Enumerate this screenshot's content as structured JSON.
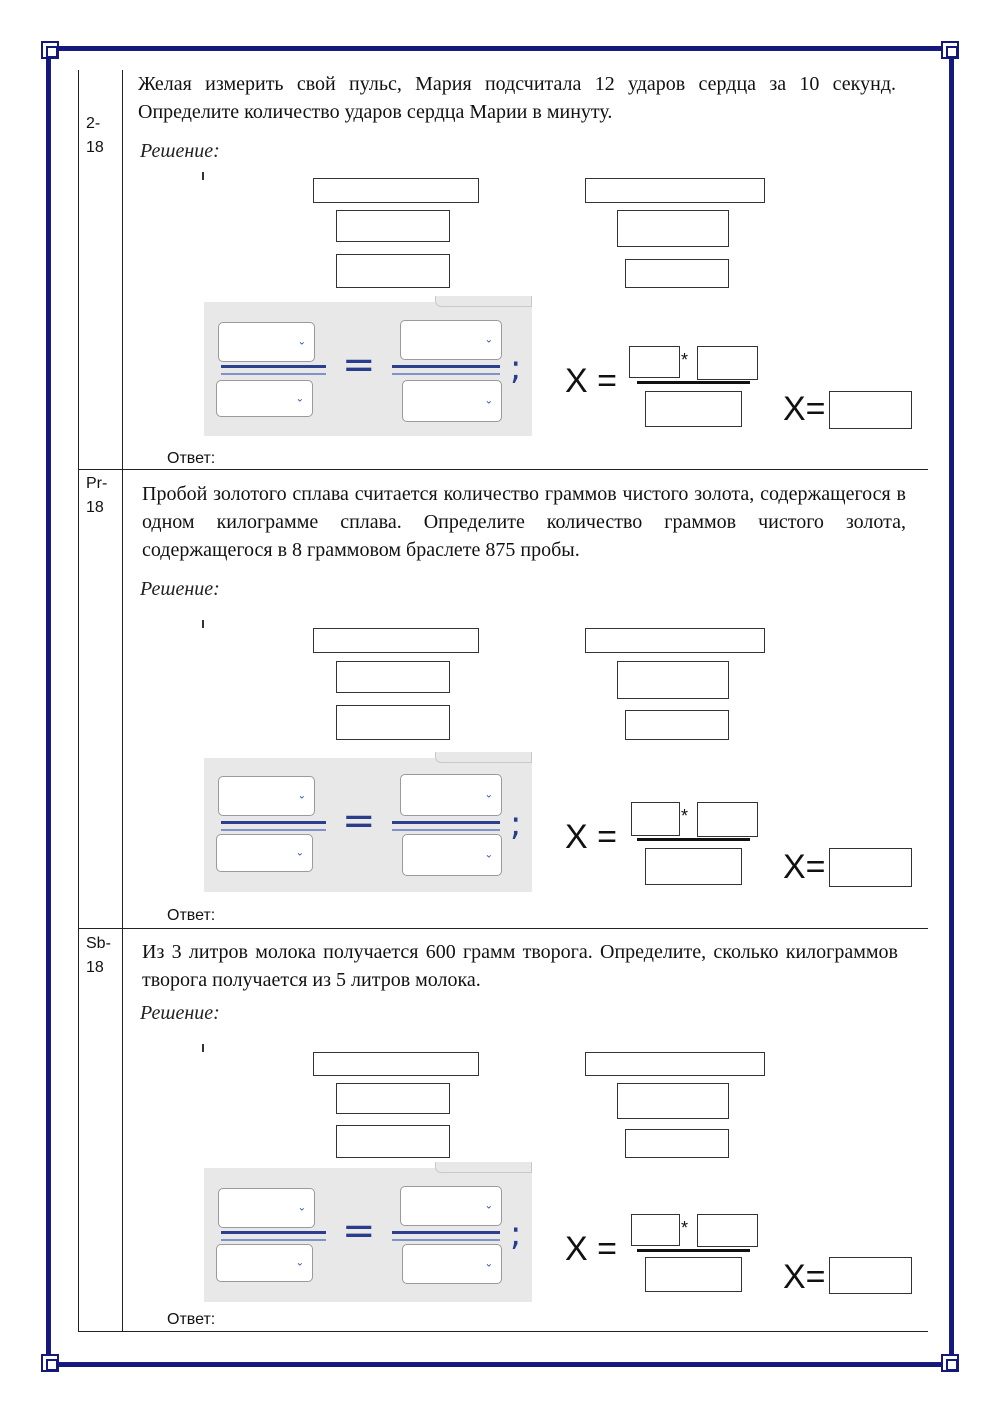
{
  "tasks": [
    {
      "id": "2-\n18",
      "text": "Желая измерить свой пульс, Мария подсчитала 12 ударов сердца за 10 секунд. Определите количество ударов сердца Марии в минуту.",
      "solution_label": "Решение:",
      "x_eq_label": "X =",
      "star": "*",
      "x_result_label": "X=",
      "answer_label": "Ответ:"
    },
    {
      "id": "Pr-\n18",
      "text": "Пробой золотого сплава считается количество граммов чистого золота, содержащегося в одном килограмме сплава. Определите количество граммов чистого золота, содержащегося в 8 граммовом  браслете 875 пробы.",
      "solution_label": "Решение:",
      "x_eq_label": "X =",
      "star": "*",
      "x_result_label": "X=",
      "answer_label": "Ответ:"
    },
    {
      "id": "Sb-\n18",
      "text": "Из 3 литров молока получается 600 грамм творога. Определите, сколько килограммов творога получается из 5 литров молока.",
      "solution_label": "Решение:",
      "x_eq_label": "X =",
      "star": "*",
      "x_result_label": "X=",
      "answer_label": "Ответ:"
    }
  ],
  "proportion": {
    "equals": "=",
    "semicolon": ";",
    "chevron": "⌄"
  },
  "colors": {
    "border": "#14187a",
    "fraction_blue": "#2a3c8c",
    "panel_bg": "#e8e8e8"
  }
}
